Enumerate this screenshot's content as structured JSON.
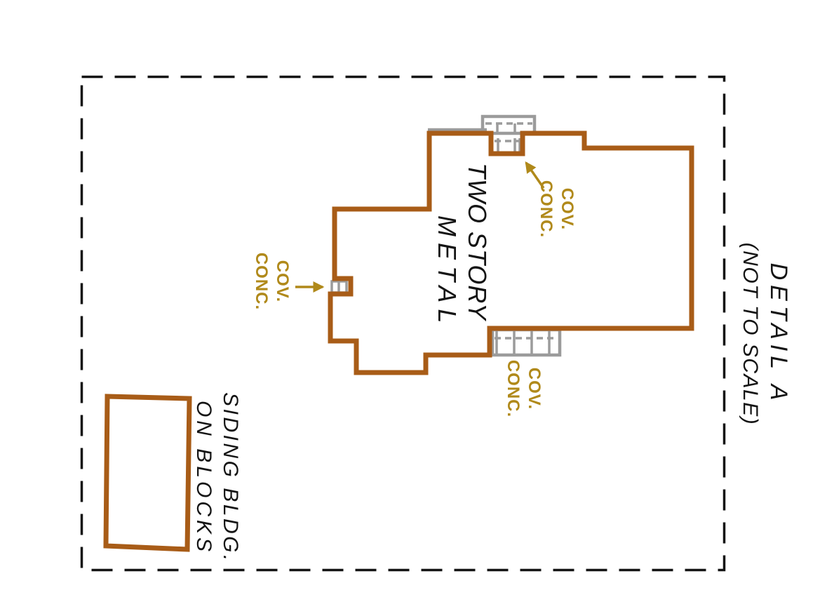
{
  "detail": {
    "title": "DETAIL A",
    "subtitle": "(NOT TO SCALE)"
  },
  "building": {
    "line1": "TWO STORY",
    "line2": "METAL"
  },
  "siding": {
    "line1": "SIDING BLDG.",
    "line2": "ON BLOCKS"
  },
  "annotations": [
    {
      "line1": "COV.",
      "line2": "CONC.",
      "target": "top-steps"
    },
    {
      "line1": "COV.",
      "line2": "CONC.",
      "target": "left-stoop"
    },
    {
      "line1": "COV.",
      "line2": "CONC.",
      "target": "bottom-steps"
    }
  ],
  "colors": {
    "outline": "#A85C17",
    "annotation": "#B0891A",
    "concrete": "#9B9B9B",
    "ink": "#141414",
    "bg": "#FFFFFF"
  }
}
